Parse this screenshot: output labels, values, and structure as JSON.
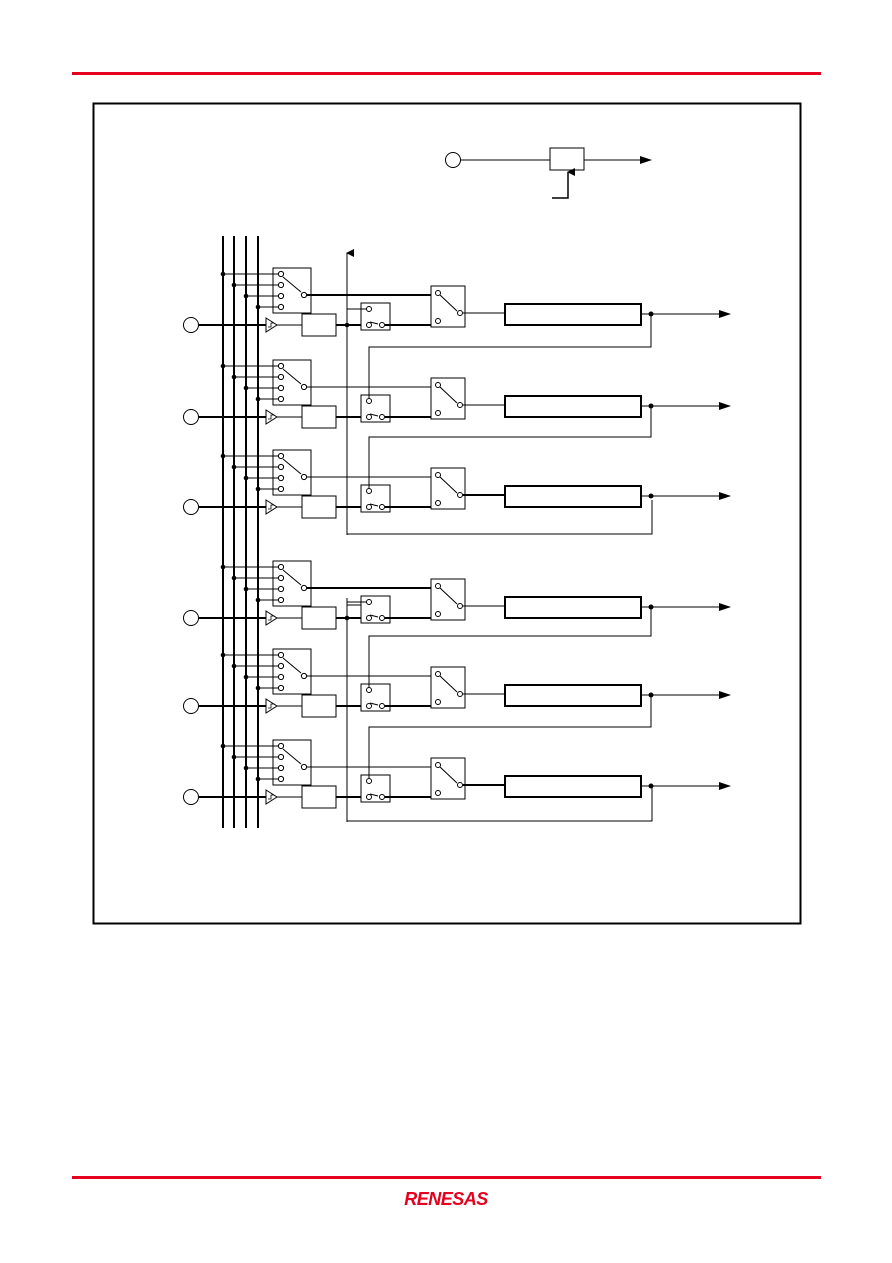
{
  "page": {
    "accent_color": "#e6001f",
    "line_color": "#000000"
  },
  "diagram": {
    "description_text": "",
    "channel_count": 6,
    "groups": [
      {
        "channels": 3,
        "return_line": "shared-vertical-bus"
      },
      {
        "channels": 3,
        "return_line": "shared-vertical-bus"
      }
    ],
    "icons": {
      "pin": "circle-pin-icon",
      "schmitt_buffer": "schmitt-trigger-icon",
      "selector_switch": "selector-switch-icon",
      "output_arrow": "arrow-icon"
    }
  },
  "footer": {
    "logo_text": "RENESAS"
  }
}
